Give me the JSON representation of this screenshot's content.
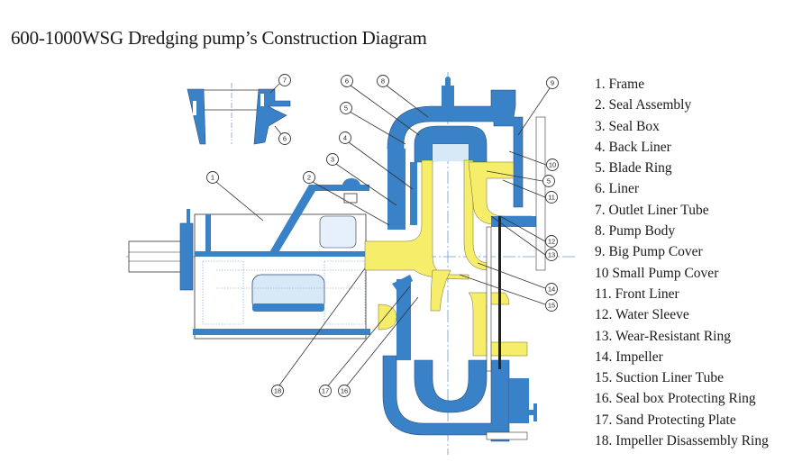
{
  "title": "600-1000WSG Dredging pump’s Construction Diagram",
  "colors": {
    "casing_blue": "#3a82c8",
    "liner_yellow": "#f6ee6a",
    "light_blue": "#cfe3f5",
    "outline": "#2a4a7a"
  },
  "parts": [
    {
      "num": "1",
      "label": "1. Frame"
    },
    {
      "num": "2",
      "label": "2. Seal Assembly"
    },
    {
      "num": "3",
      "label": "3. Seal Box"
    },
    {
      "num": "4",
      "label": "4. Back Liner"
    },
    {
      "num": "5",
      "label": "5. Blade Ring"
    },
    {
      "num": "6",
      "label": "6. Liner"
    },
    {
      "num": "7",
      "label": "7. Outlet Liner Tube"
    },
    {
      "num": "8",
      "label": "8. Pump Body"
    },
    {
      "num": "9",
      "label": "9. Big Pump Cover"
    },
    {
      "num": "10",
      "label": "10  Small Pump Cover"
    },
    {
      "num": "11",
      "label": "11. Front Liner"
    },
    {
      "num": "12",
      "label": "12. Water Sleeve"
    },
    {
      "num": "13",
      "label": "13. Wear-Resistant Ring"
    },
    {
      "num": "14",
      "label": "14. Impeller"
    },
    {
      "num": "15",
      "label": "15. Suction Liner Tube"
    },
    {
      "num": "16",
      "label": "16. Seal box Protecting Ring"
    },
    {
      "num": "17",
      "label": "17. Sand Protecting Plate"
    },
    {
      "num": "18",
      "label": "18. Impeller Disassembly Ring"
    }
  ],
  "callouts": {
    "c1": "1",
    "c2": "2",
    "c3": "3",
    "c4": "4",
    "c5a": "5",
    "c5b": "5",
    "c6a": "6",
    "c6b": "6",
    "c7": "7",
    "c8": "8",
    "c9": "9",
    "c10": "10",
    "c11": "11",
    "c12": "12",
    "c13": "13",
    "c14": "14",
    "c15": "15",
    "c16": "16",
    "c17": "17",
    "c18": "18"
  }
}
